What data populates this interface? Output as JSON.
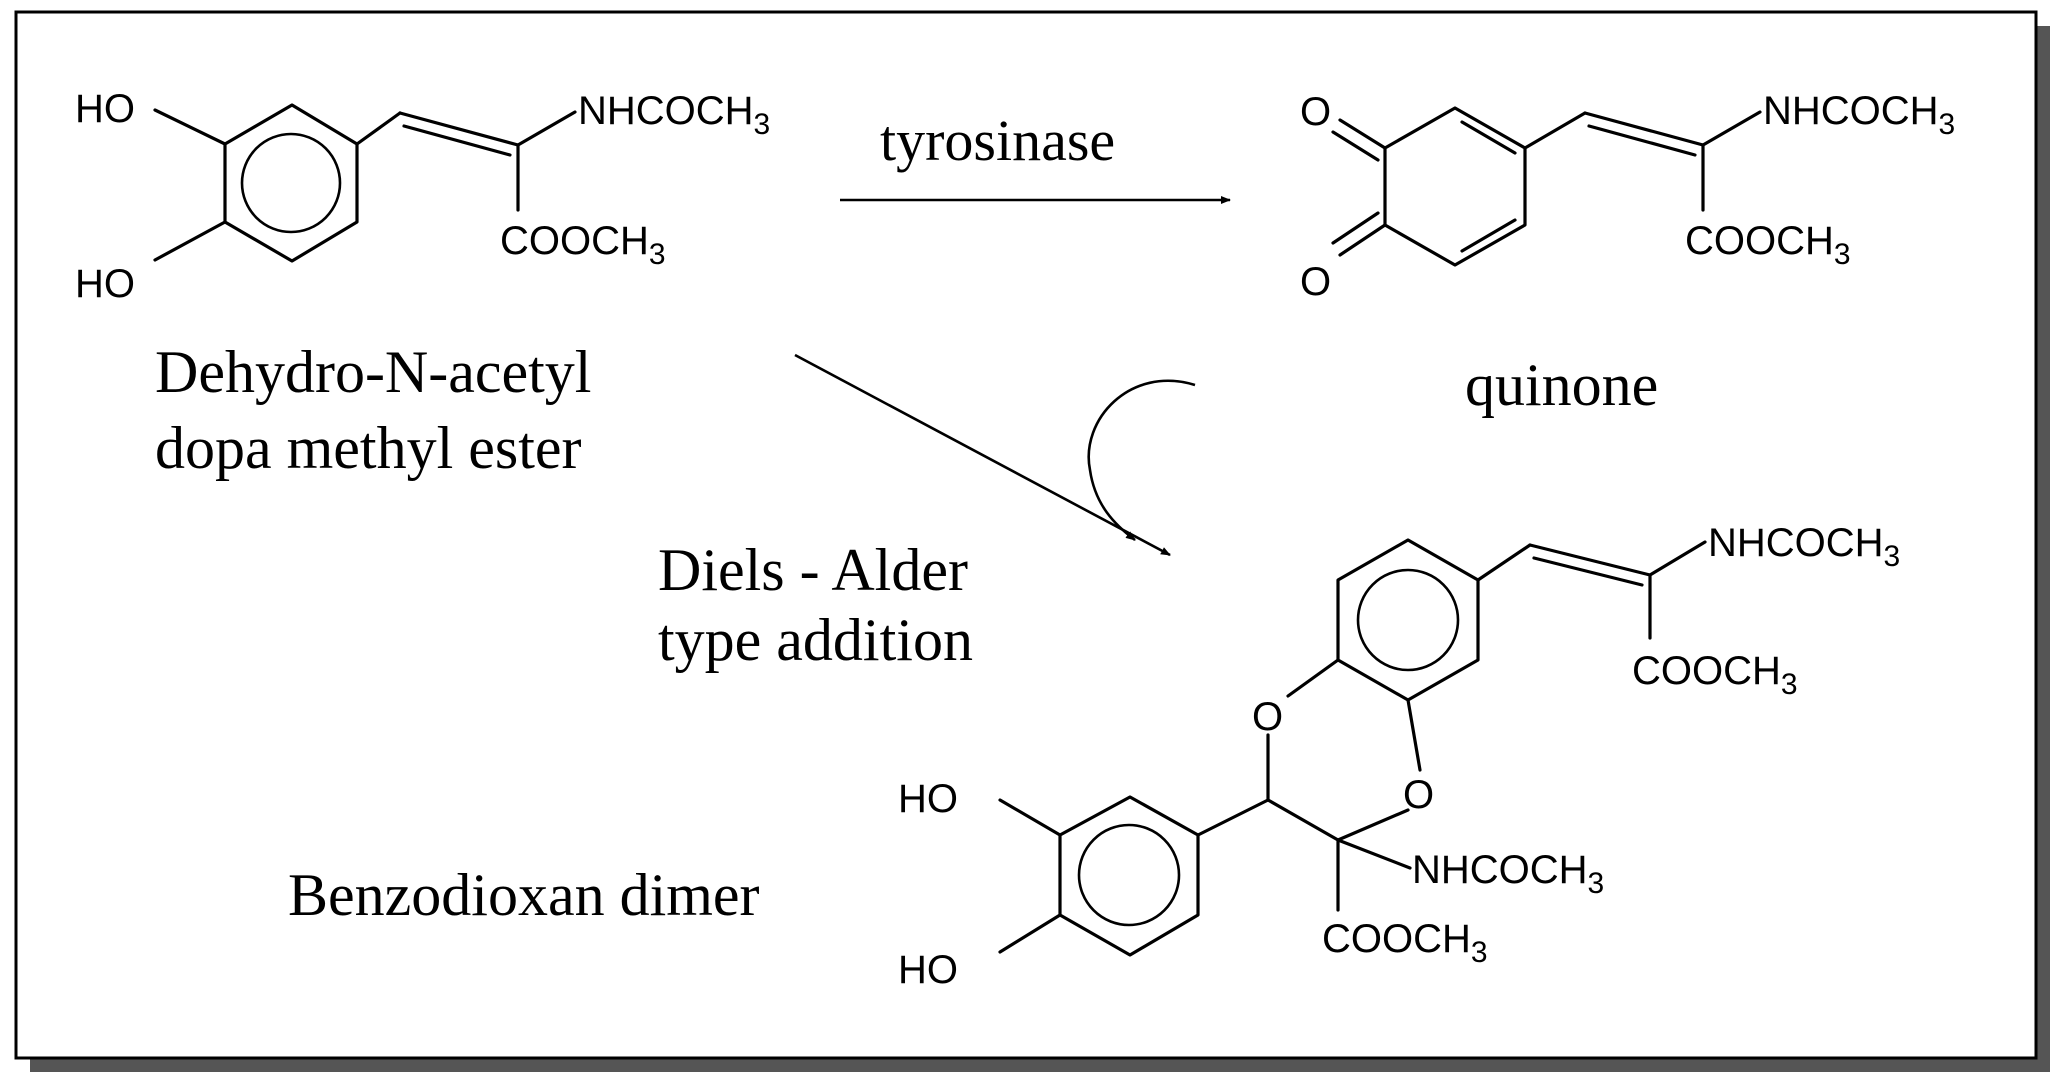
{
  "colors": {
    "ink": "#000000",
    "background": "#ffffff",
    "shadow": "#555555"
  },
  "molecules": {
    "reactant": {
      "substituents": {
        "ho_top": "HO",
        "ho_bottom": "HO",
        "nhcoch3": "NHCOCH",
        "cooch3": "COOCH",
        "sub3": "3"
      },
      "name_line1": "Dehydro-N-acetyl",
      "name_line2": "dopa methyl ester"
    },
    "quinone": {
      "substituents": {
        "o_top": "O",
        "o_bottom": "O",
        "nhcoch3": "NHCOCH",
        "cooch3": "COOCH",
        "sub3": "3"
      },
      "name": "quinone"
    },
    "dimer": {
      "substituents": {
        "upper_nhcoch3": "NHCOCH",
        "upper_cooch3": "COOCH",
        "o_left": "O",
        "o_right": "O",
        "lower_nhcoch3": "NHCOCH",
        "lower_cooch3": "COOCH",
        "ho_top": "HO",
        "ho_bottom": "HO",
        "sub3": "3"
      },
      "name": "Benzodioxan dimer"
    }
  },
  "arrows": {
    "enzyme_label": "tyrosinase",
    "addition_line1": "Diels - Alder",
    "addition_line2": "type addition"
  }
}
